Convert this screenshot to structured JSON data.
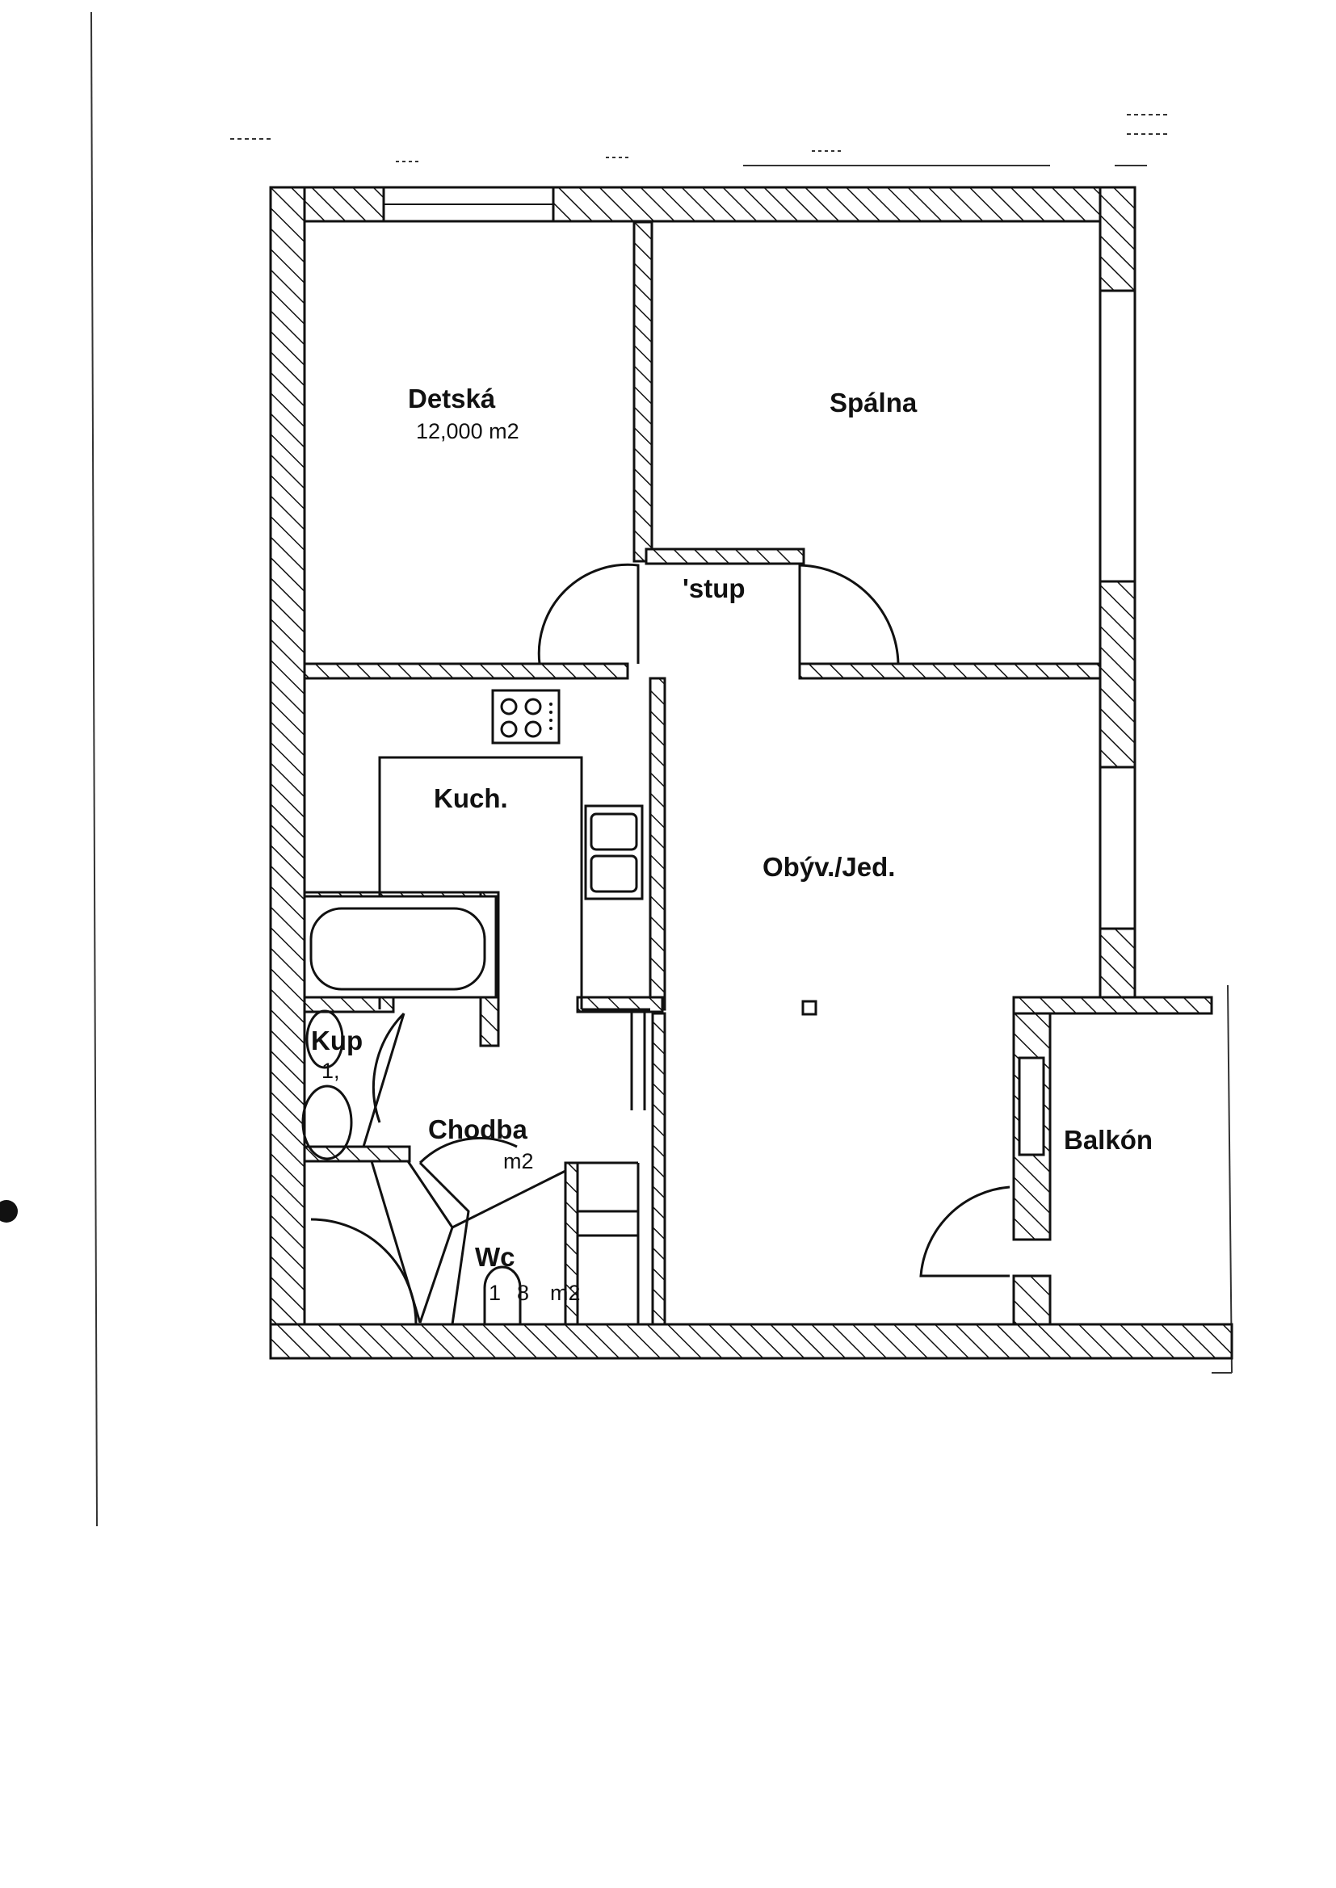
{
  "plan": {
    "rooms": {
      "detska": {
        "name": "Detská",
        "area": "12,000 m2"
      },
      "spalna": {
        "name": "Spálna"
      },
      "vstup": {
        "name": "'stup"
      },
      "kuchyna": {
        "name": "Kuch."
      },
      "obyvacka": {
        "name": "Obýv./Jed."
      },
      "kupelna": {
        "name": "Kup",
        "area": "1,"
      },
      "chodba": {
        "name": "Chodba",
        "area": "m2"
      },
      "wc": {
        "name": "Wc",
        "area_a": "1",
        "area_b": "8",
        "area_c": "m2"
      },
      "balkon": {
        "name": "Balkón"
      }
    },
    "colors": {
      "ink": "#111111",
      "paper": "#ffffff"
    }
  }
}
